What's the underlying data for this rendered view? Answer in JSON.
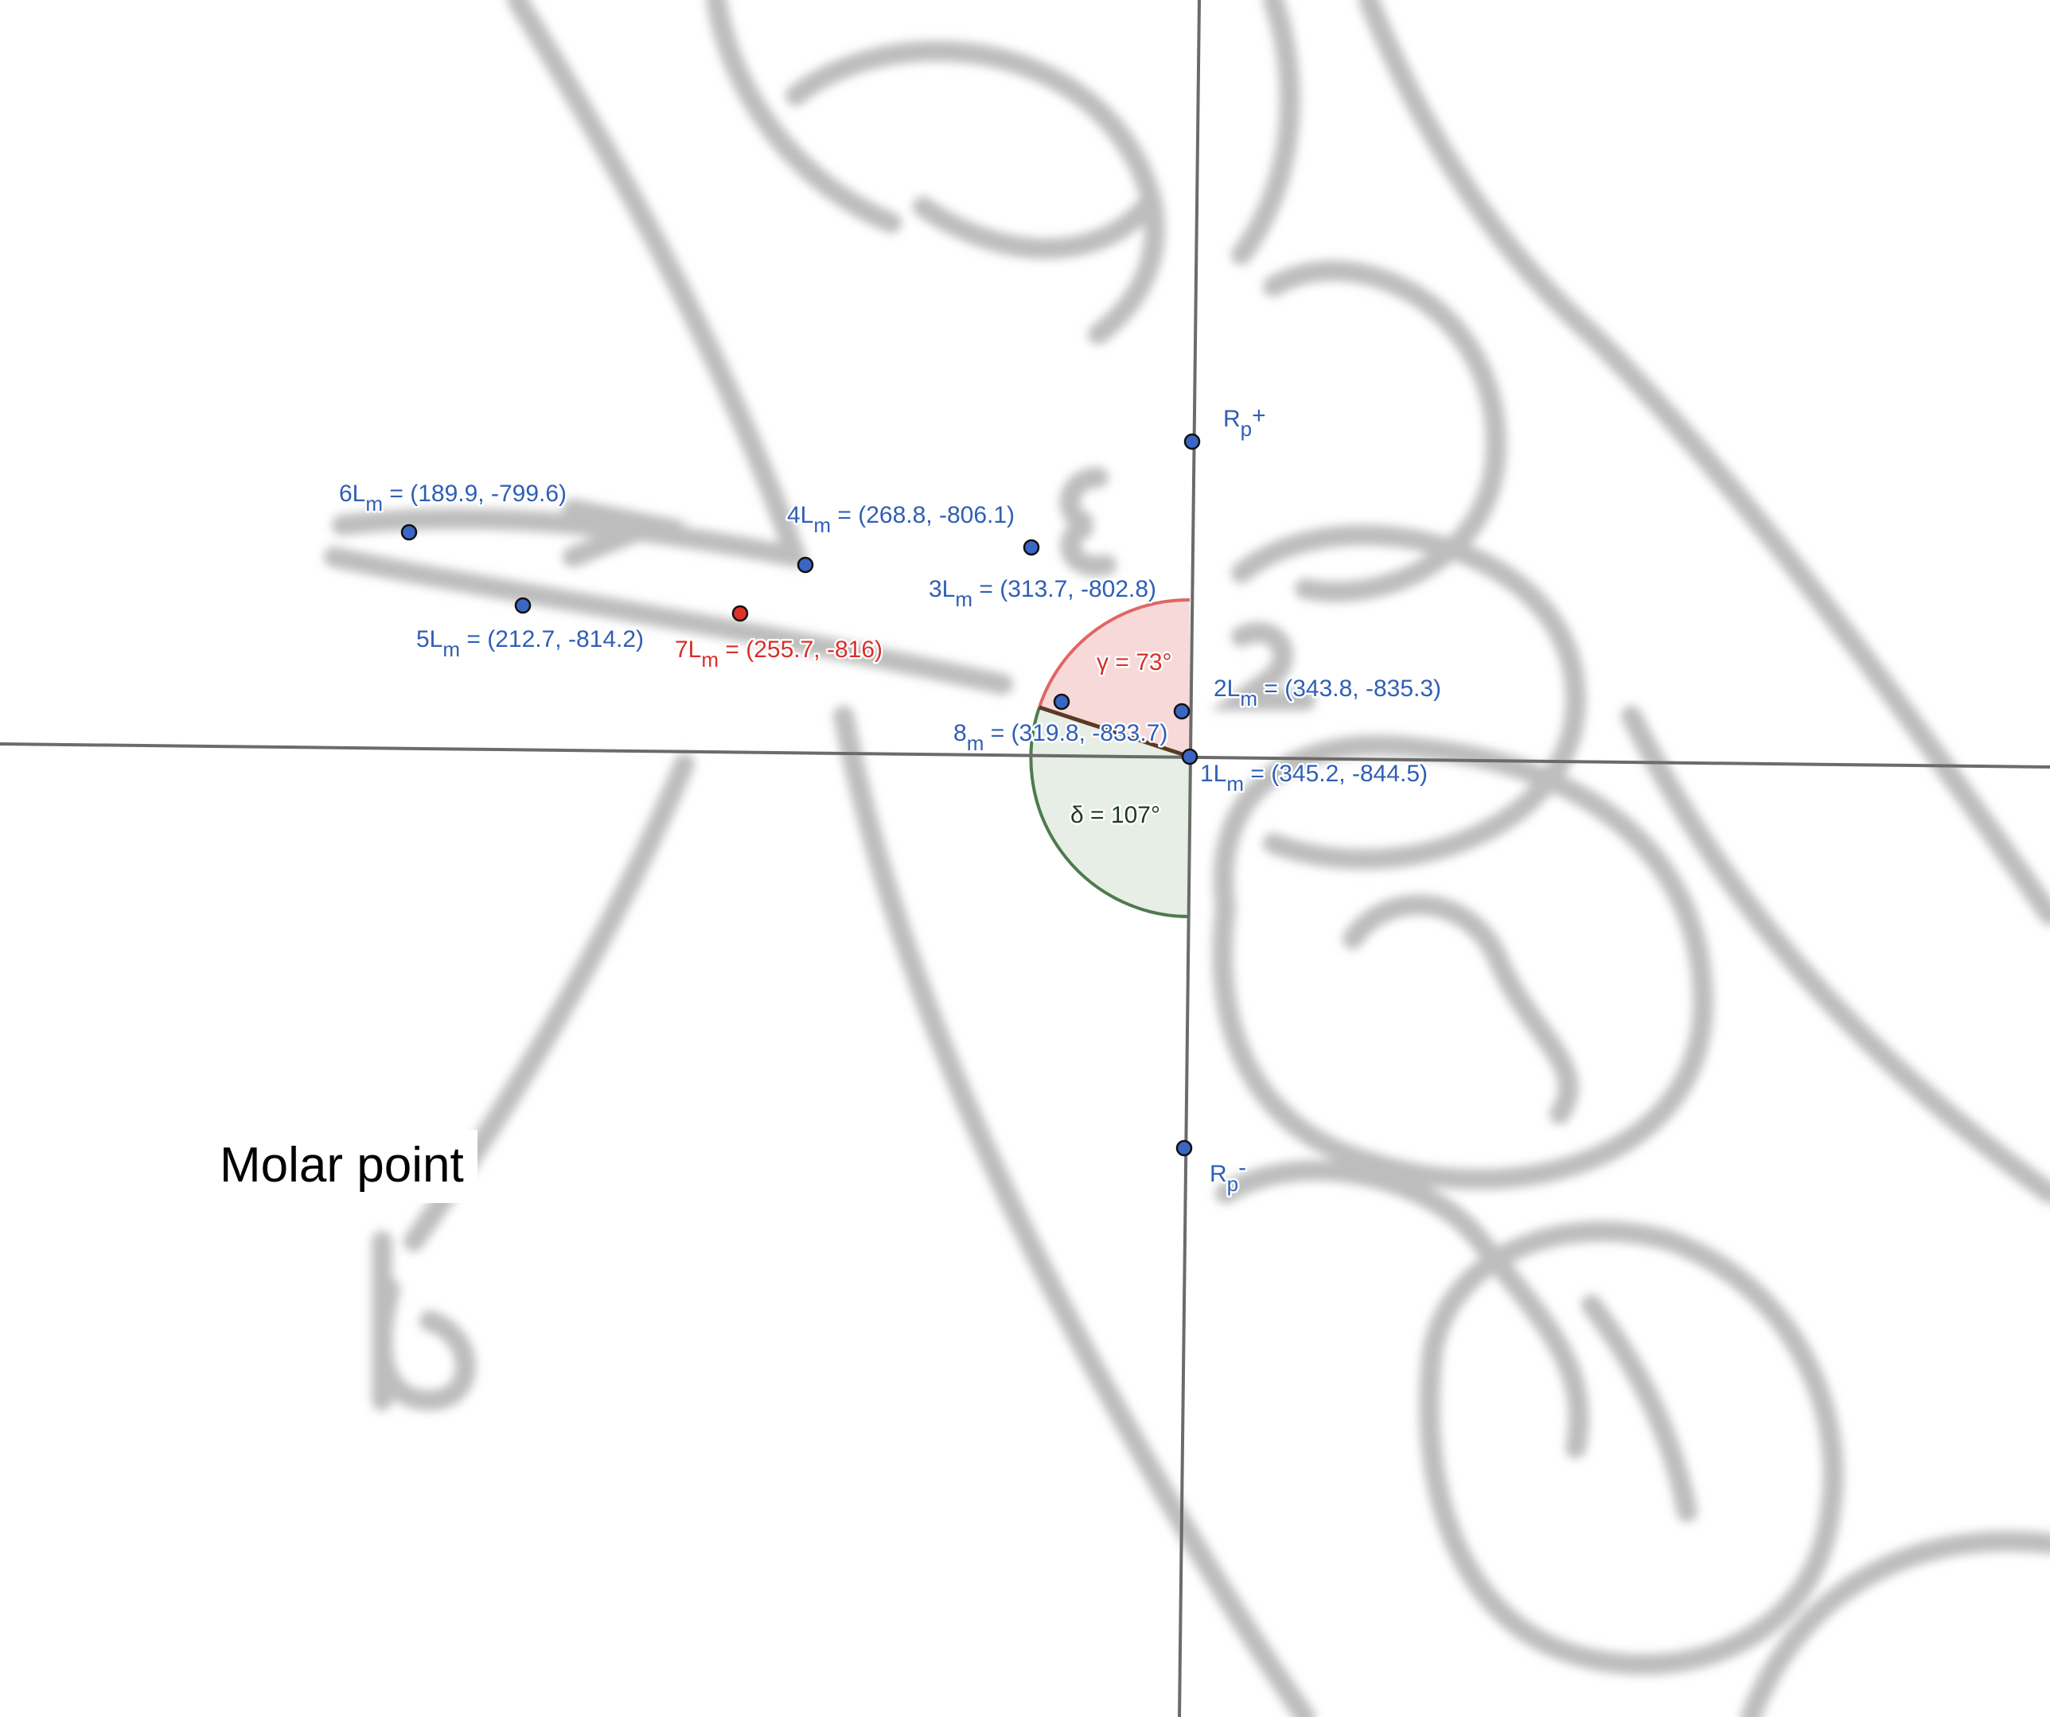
{
  "colors": {
    "point_blue": "#3a66c4",
    "point_red": "#e0312a",
    "label_blue": "#2f5fb4",
    "label_red": "#d7302a",
    "gamma_sector": "#f4cccc",
    "gamma_edge": "#e06666",
    "delta_sector": "#dde8dc",
    "delta_edge": "#4f7a4f",
    "axis": "#6b6b6b"
  },
  "points": [
    {
      "id": "6Lm",
      "name": "6L",
      "sub": "m",
      "coords": " = (189.9, -799.6)",
      "color": "blue"
    },
    {
      "id": "5Lm",
      "name": "5L",
      "sub": "m",
      "coords": " = (212.7, -814.2)",
      "color": "blue"
    },
    {
      "id": "7Lm",
      "name": "7L",
      "sub": "m",
      "coords": " = (255.7, -816)",
      "color": "red"
    },
    {
      "id": "4Lm",
      "name": "4L",
      "sub": "m",
      "coords": " = (268.8, -806.1)",
      "color": "blue"
    },
    {
      "id": "3Lm",
      "name": "3L",
      "sub": "m",
      "coords": " = (313.7, -802.8)",
      "color": "blue"
    },
    {
      "id": "8m",
      "name": "8",
      "sub": "m",
      "coords": " = (319.8, -833.7)",
      "color": "blue"
    },
    {
      "id": "2Lm",
      "name": "2L",
      "sub": "m",
      "coords": " = (343.8, -835.3)",
      "color": "blue"
    },
    {
      "id": "1Lm",
      "name": "1L",
      "sub": "m",
      "coords": " = (345.2, -844.5)",
      "color": "blue"
    }
  ],
  "rp_plus": {
    "base": "R",
    "sub": "p",
    "sup": "+"
  },
  "rp_minus": {
    "base": "R",
    "sub": "p",
    "sup": "-"
  },
  "angles": {
    "gamma": "γ = 73°",
    "delta": "δ = 107°"
  },
  "caption": "Molar point"
}
